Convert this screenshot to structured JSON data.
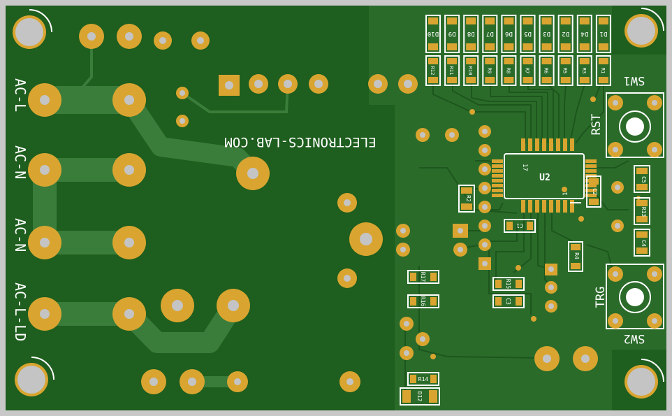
{
  "board": {
    "website": "ELECTRONICS-LAB.COM",
    "ic_label": "U2",
    "ic_pin1": "1",
    "ic_pin17": "17",
    "colors": {
      "border": "#c8c8c8",
      "substrate": "#1e5e1e",
      "copper_pour": "#2a6b2a",
      "trace": "#3a7d3a",
      "pad": "#d9a530",
      "silkscreen": "#ffffff",
      "hole": "#c4c4c4"
    }
  },
  "connectors": [
    {
      "label": "AC-L"
    },
    {
      "label": "AC-N"
    },
    {
      "label": "AC-N"
    },
    {
      "label": "AC-L-LD"
    }
  ],
  "switches": [
    {
      "ref": "SW1",
      "function": "RST"
    },
    {
      "ref": "SW2",
      "function": "TRG"
    }
  ],
  "led_refs": [
    "D10",
    "D9",
    "D8",
    "D7",
    "D6",
    "D5",
    "D3",
    "D2",
    "D4",
    "D1"
  ],
  "led_resistor_refs": [
    "R12",
    "R11",
    "R10",
    "R9",
    "R8",
    "R7",
    "R6",
    "R5",
    "R3",
    "R1"
  ],
  "components": {
    "r2": "R2",
    "c1": "C1",
    "c2": "C2",
    "c3": "C3",
    "c4": "C4",
    "c5": "C5",
    "r4": "R4",
    "r13": "R13",
    "r14": "R14",
    "r15": "R15",
    "r16": "R16",
    "r17": "R17",
    "d12": "D12"
  }
}
